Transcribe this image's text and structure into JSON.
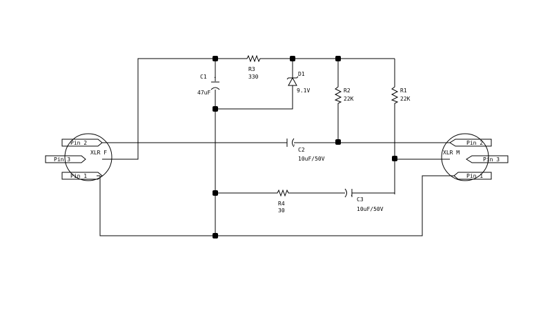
{
  "connectors": {
    "left": {
      "label": "XLR F",
      "pins": {
        "pin2": "Pin 2",
        "pin3": "Pin 3",
        "pin1": "Pin 1"
      }
    },
    "right": {
      "label": "XLR M",
      "pins": {
        "pin2": "Pin 2",
        "pin3": "Pin 3",
        "pin1": "Pin 1"
      }
    }
  },
  "components": {
    "c1": {
      "ref": "C1",
      "value": "47uF"
    },
    "r3": {
      "ref": "R3",
      "value": "330"
    },
    "d1": {
      "ref": "D1",
      "value": "9.1V"
    },
    "r2": {
      "ref": "R2",
      "value": "22K"
    },
    "r1": {
      "ref": "R1",
      "value": "22K"
    },
    "c2": {
      "ref": "C2",
      "value": "10uF/50V"
    },
    "r4": {
      "ref": "R4",
      "value": "30"
    },
    "c3": {
      "ref": "C3",
      "value": "10uF/50V"
    }
  }
}
